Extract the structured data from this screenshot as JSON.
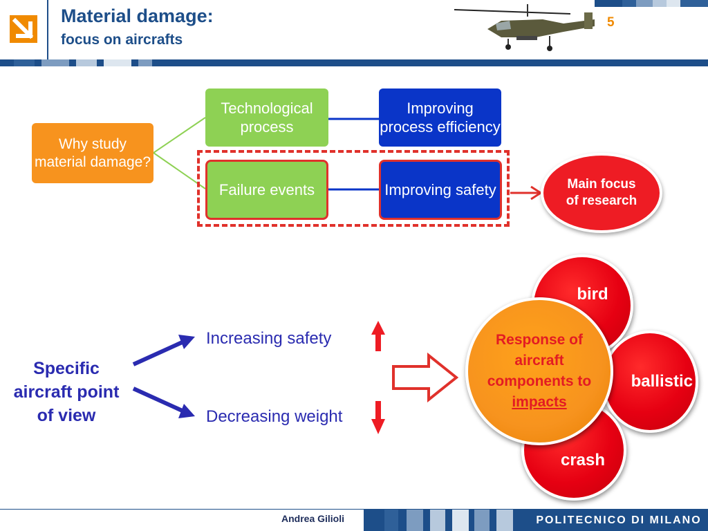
{
  "header": {
    "title": "Material damage:",
    "subtitle": "focus on aircrafts",
    "slide_number": "5"
  },
  "diagram": {
    "why_box": "Why study material damage?",
    "technological_process": "Technological process",
    "failure_events": "Failure events",
    "improving_efficiency": "Improving process efficiency",
    "improving_safety": "Improving safety",
    "main_focus": "Main focus of research"
  },
  "bottom": {
    "point_of_view": "Specific aircraft point of view",
    "increasing_safety": "Increasing safety",
    "decreasing_weight": "Decreasing weight",
    "bird": "bird",
    "ballistic": "ballistic",
    "crash": "crash",
    "response_prefix": "Response of aircraft components to ",
    "response_impacts": "impacts"
  },
  "footer": {
    "author": "Andrea Gilioli",
    "institution": "POLITECNICO DI MILANO"
  },
  "colors": {
    "navy": "#1d4e89",
    "orange": "#f7931e",
    "green": "#8ed154",
    "blue": "#0a35c8",
    "red": "#e0312b",
    "text_blue": "#2a2bb0"
  },
  "icons": [
    "logo-arrow-icon",
    "helicopter-icon",
    "up-arrow-icon",
    "down-arrow-icon",
    "right-arrow-icon"
  ]
}
